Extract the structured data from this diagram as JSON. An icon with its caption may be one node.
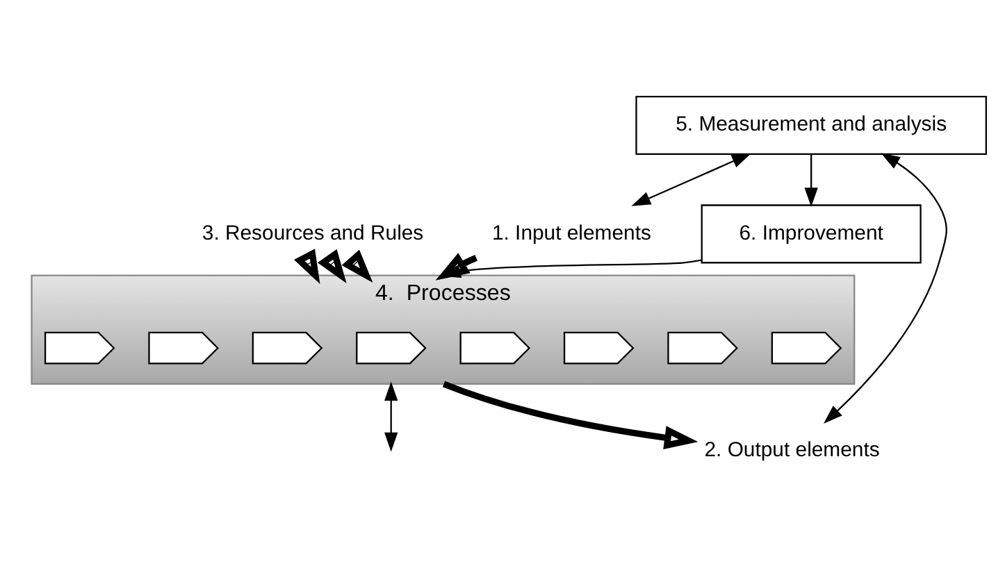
{
  "diagram": {
    "nodes": [
      {
        "text": [
          "3. Resources and Rules"
        ]
      },
      {
        "text": [
          "1. Input elements"
        ]
      },
      {
        "text": [
          "4.  Processes"
        ]
      },
      {
        "text": [],
        "shape": "chevron",
        "in": 2
      },
      {
        "text": [],
        "shape": "chevron",
        "in": 2
      },
      {
        "text": [],
        "shape": "chevron",
        "in": 2
      },
      {
        "text": [],
        "shape": "chevron",
        "in": 2
      },
      {
        "text": [],
        "shape": "chevron",
        "in": 2
      },
      {
        "text": [],
        "shape": "chevron",
        "in": 2
      },
      {
        "text": [],
        "shape": "chevron",
        "in": 2
      },
      {
        "text": [],
        "shape": "chevron",
        "in": 2
      },
      {
        "text": [
          "2. Output elements"
        ]
      },
      {
        "text": [
          "6. Improvement"
        ]
      },
      {
        "text": [
          "5. Measurement and analysis"
        ]
      }
    ],
    "edges": [
      {
        "from": 0,
        "to": 2,
        "arrow": "to",
        "style": "thick"
      },
      {
        "from": 0,
        "to": 2,
        "arrow": "to",
        "style": "thick"
      },
      {
        "from": 0,
        "to": 2,
        "arrow": "to",
        "style": "thick"
      },
      {
        "from": 1,
        "to": 2,
        "arrow": "to",
        "style": "thick"
      },
      {
        "from": 2,
        "to": 11,
        "arrow": "to",
        "style": "thick"
      },
      {
        "from": 12,
        "to": 2,
        "arrow": "to"
      },
      {
        "from": 13,
        "to": 12,
        "arrow": "to"
      },
      {
        "from": 13,
        "to": 1,
        "arrow": "both"
      },
      {
        "from": 13,
        "to": 11,
        "arrow": "both"
      },
      {
        "from": 2,
        "to": null,
        "arrow": "both"
      }
    ]
  }
}
